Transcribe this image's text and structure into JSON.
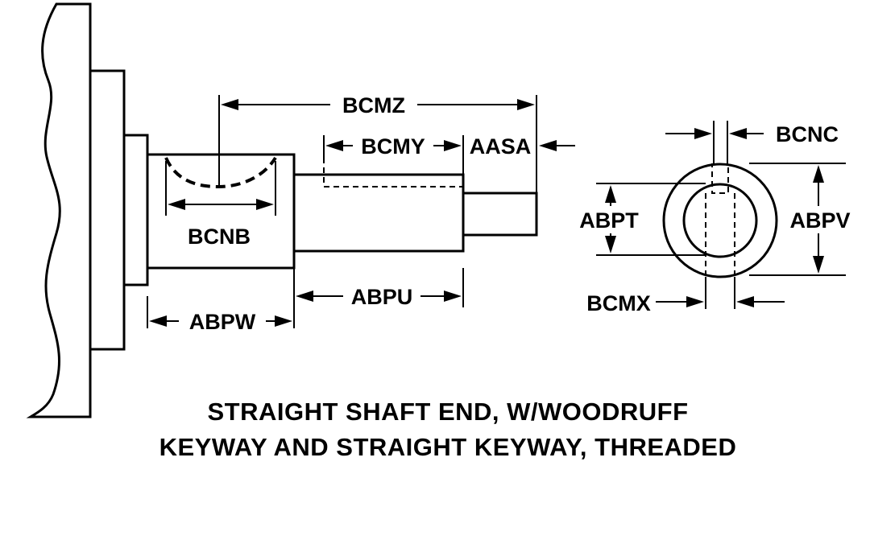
{
  "diagram": {
    "dimensions": {
      "bcmz": "BCMZ",
      "bcmy": "BCMY",
      "aasa": "AASA",
      "bcnb": "BCNB",
      "abpu": "ABPU",
      "abpw": "ABPW",
      "bcnc": "BCNC",
      "abpt": "ABPT",
      "abpv": "ABPV",
      "bcmx": "BCMX"
    },
    "caption": {
      "line1": "STRAIGHT SHAFT END, W/WOODRUFF",
      "line2": "KEYWAY AND STRAIGHT KEYWAY, THREADED"
    }
  }
}
